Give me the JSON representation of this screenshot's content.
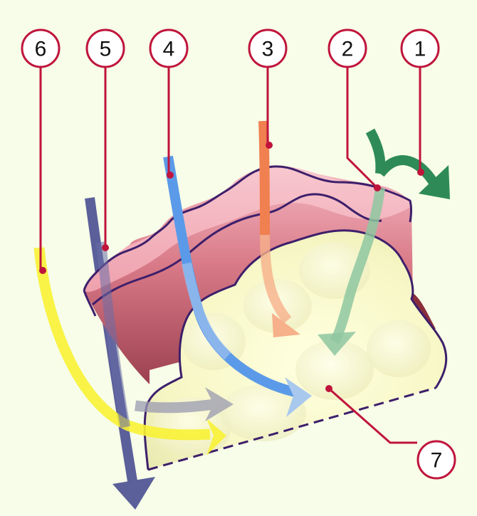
{
  "callouts": [
    {
      "id": "1",
      "label": "1"
    },
    {
      "id": "2",
      "label": "2"
    },
    {
      "id": "3",
      "label": "3"
    },
    {
      "id": "4",
      "label": "4"
    },
    {
      "id": "5",
      "label": "5"
    },
    {
      "id": "6",
      "label": "6"
    },
    {
      "id": "7",
      "label": "7"
    }
  ],
  "colors": {
    "background": "#f7fde8",
    "leader": "#c0143c",
    "arrow_1": "#2e8b57",
    "arrow_2": "#3a9a6a",
    "arrow_3": "#f08050",
    "arrow_4": "#5b9ae8",
    "arrow_5": "#5b5f9a",
    "arrow_6": "#f7f234",
    "outer_layer": "#f4b8c0",
    "inner_wall": "#b95a6a",
    "core_fill": "#fafac8",
    "outline": "#3d1f6b"
  }
}
